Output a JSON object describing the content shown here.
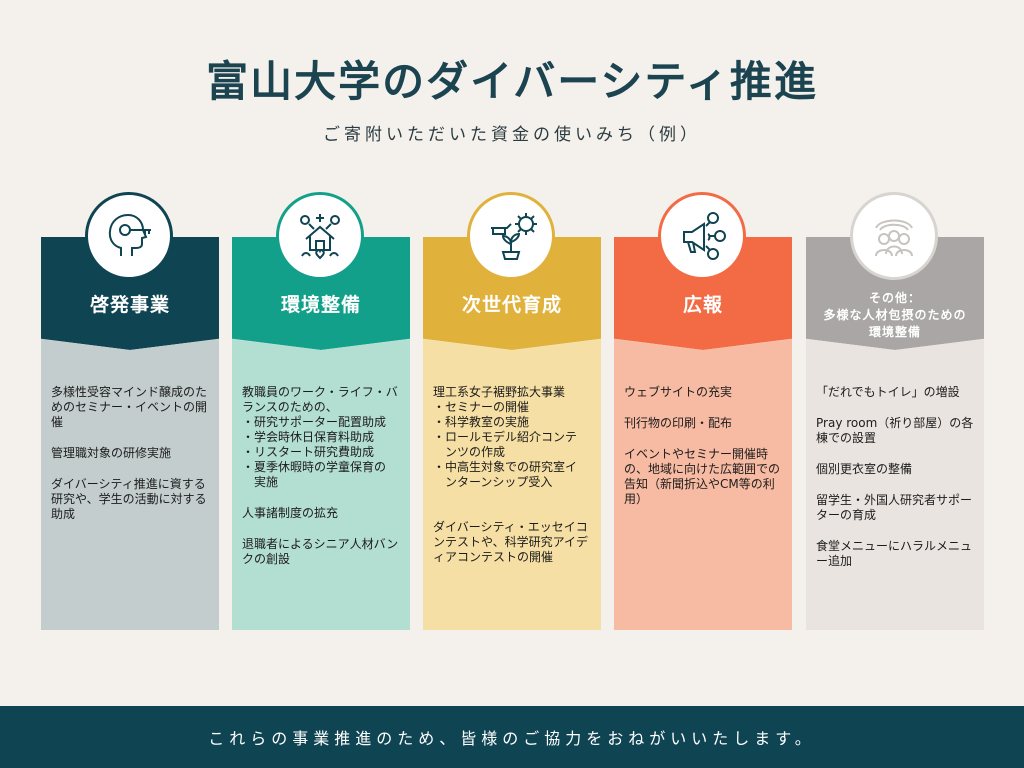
{
  "title": "富山大学のダイバーシティ推進",
  "subtitle": "ご寄附いただいた資金の使いみち（例）",
  "columns": [
    {
      "label": "啓発事業",
      "icon": "head-key-icon",
      "header_color": "#0f4452",
      "body_color": "#c3cdcd",
      "items": [
        "多様性受容マインド醸成のためのセミナー・イベントの開催",
        "管理職対象の研修実施",
        "ダイバーシティ推進に資する研究や、学生の活動に対する助成"
      ]
    },
    {
      "label": "環境整備",
      "icon": "house-support-icon",
      "header_color": "#13a08a",
      "body_color": "#b3ded2",
      "items": [
        "教職員のワーク・ライフ・バランスのための、",
        "・研究サポーター配置助成\n・学会時休日保育料助成\n・リスタート研究費助成\n・夏季休暇時の学童保育の\n　実施",
        "人事諸制度の拡充",
        "退職者によるシニア人材バンクの創設"
      ]
    },
    {
      "label": "次世代育成",
      "icon": "sprout-gear-icon",
      "header_color": "#e0b13b",
      "body_color": "#f6dfa4",
      "items": [
        "理工系女子裾野拡大事業",
        "・セミナーの開催\n・科学教室の実施\n・ロールモデル紹介コンテ\n　ンツの作成\n・中高生対象での研究室イ\n　ンターンシップ受入",
        "ダイバーシティ・エッセイコンテストや、科学研究アイディアコンテストの開催"
      ]
    },
    {
      "label": "広報",
      "icon": "megaphone-icon",
      "header_color": "#f26b44",
      "body_color": "#f7baa2",
      "items": [
        "ウェブサイトの充実",
        "刊行物の印刷・配布",
        "イベントやセミナー開催時の、地域に向けた広範囲での告知（新聞折込やCM等の利用）"
      ]
    },
    {
      "label": "その他：\n多様な人材包摂のための\n環境整備",
      "icon": "people-group-icon",
      "header_color": "#a9a6a5",
      "body_color": "#e9e4df",
      "items": [
        "「だれでもトイレ」の増設",
        "Pray room（祈り部屋）の各棟での設置",
        "個別更衣室の整備",
        "留学生・外国人研究者サポーターの育成",
        "食堂メニューにハラルメニュー追加"
      ]
    }
  ],
  "footer": "これらの事業推進のため、皆様のご協力をおねがいいたします。"
}
